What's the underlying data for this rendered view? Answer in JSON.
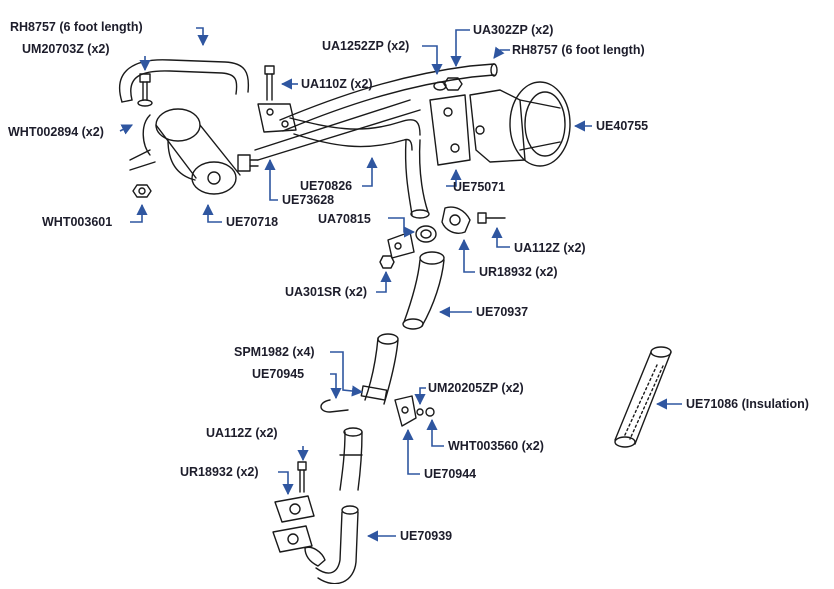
{
  "diagram": {
    "leader_color": "#2f56a0",
    "line_color": "#1a1a1a",
    "labels": {
      "rh8757_left": "RH8757 (6 foot length)",
      "um20703z": "UM20703Z (x2)",
      "wht002894": "WHT002894 (x2)",
      "wht003601": "WHT003601",
      "ue70718": "UE70718",
      "ua110z": "UA110Z (x2)",
      "ue73628": "UE73628",
      "ue70826": "UE70826",
      "ua1252zp": "UA1252ZP (x2)",
      "ua302zp": "UA302ZP (x2)",
      "rh8757_right": "RH8757 (6 foot length)",
      "ue40755": "UE40755",
      "ue75071": "UE75071",
      "ua70815": "UA70815",
      "ua112z_top": "UA112Z (x2)",
      "ur18932_top": "UR18932 (x2)",
      "ua301sr": "UA301SR (x2)",
      "ue70937": "UE70937",
      "spm1982": "SPM1982 (x4)",
      "ue70945": "UE70945",
      "um20205zp": "UM20205ZP (x2)",
      "wht003560": "WHT003560 (x2)",
      "ue70944": "UE70944",
      "ua112z_bottom": "UA112Z (x2)",
      "ur18932_bottom": "UR18932 (x2)",
      "ue70939": "UE70939",
      "ue71086": "UE71086 (Insulation)"
    }
  }
}
